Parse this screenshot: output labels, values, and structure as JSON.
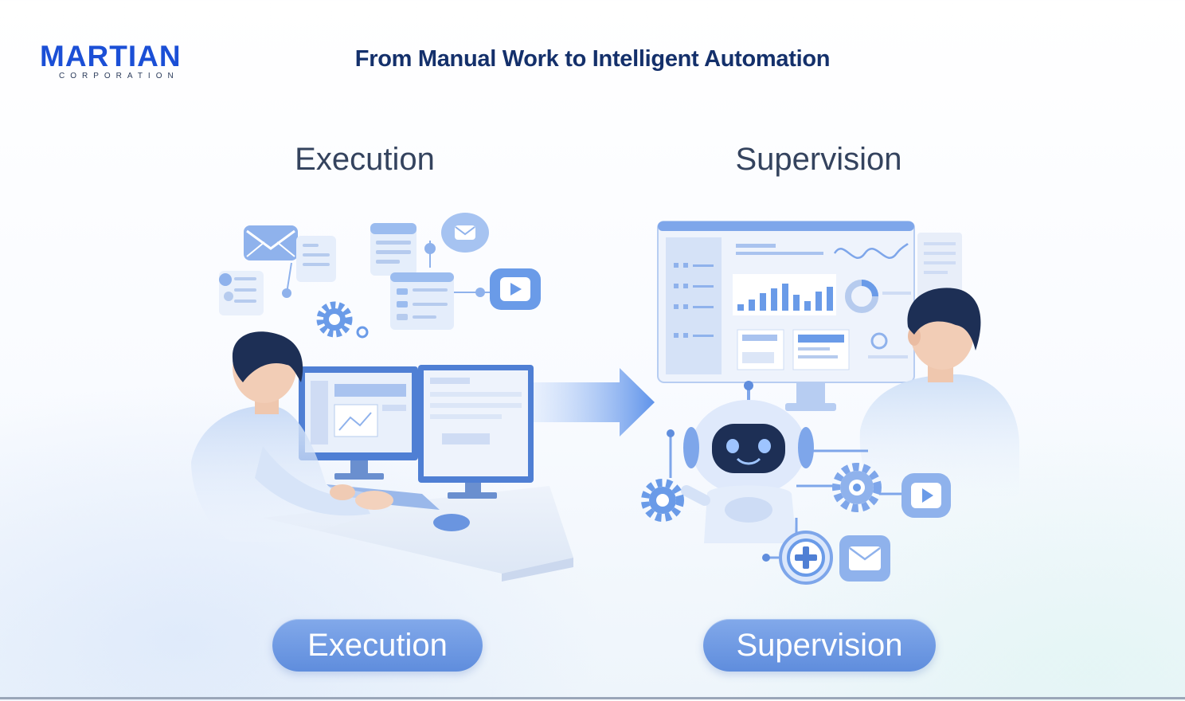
{
  "brand": {
    "name": "MARTIAN",
    "tagline": "CORPORATION",
    "color": "#1b4fd6"
  },
  "title": "From Manual Work to Intelligent Automation",
  "sections": {
    "execution": {
      "heading": "Execution",
      "button_label": "Execution",
      "icons": [
        "email-icon",
        "document-icon",
        "checklist-icon",
        "browser-window-icon",
        "chat-bubble-icon",
        "form-icon",
        "play-icon",
        "gear-icon",
        "person-at-computer"
      ]
    },
    "supervision": {
      "heading": "Supervision",
      "button_label": "Supervision",
      "icons": [
        "dashboard-monitor",
        "bar-chart-icon",
        "donut-chart-icon",
        "robot-icon",
        "gear-icon",
        "play-icon",
        "plus-icon",
        "email-icon",
        "person-supervisor"
      ]
    }
  },
  "colors": {
    "accent": "#5f8ddd",
    "title": "#14306b",
    "heading": "#34435e"
  }
}
